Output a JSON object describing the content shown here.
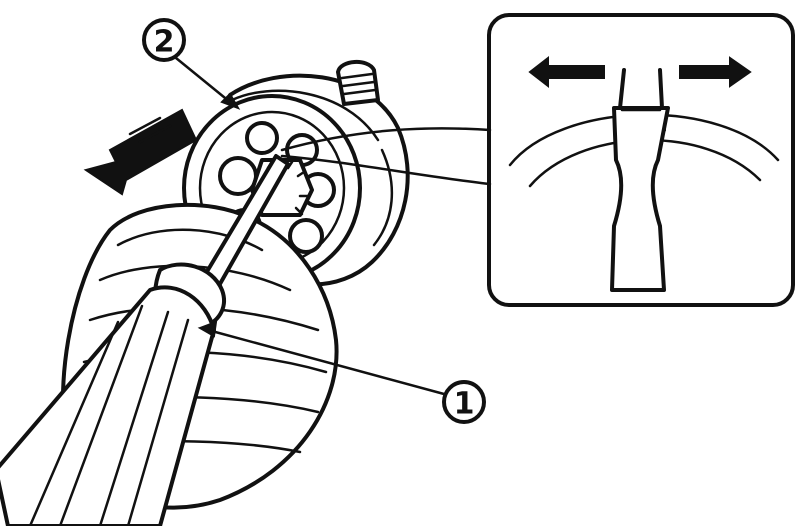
{
  "callouts": {
    "one": "1",
    "two": "2"
  },
  "icons": {
    "direction_arrow": "thick-arrow-left-down",
    "spread_arrows": "double-arrow-left-right"
  },
  "colors": {
    "ink": "#111111",
    "paper": "#ffffff"
  }
}
